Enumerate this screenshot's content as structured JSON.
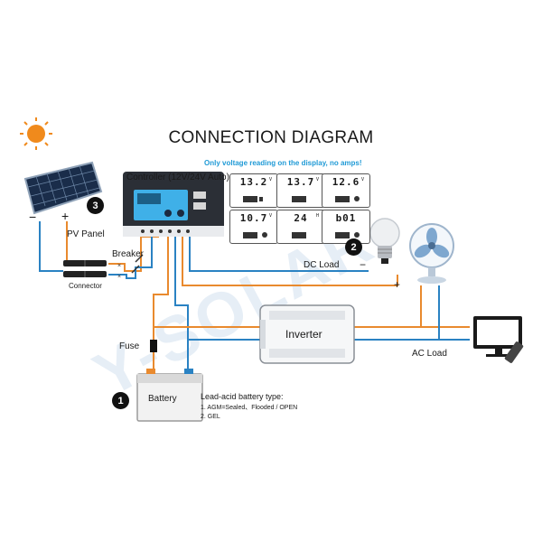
{
  "title": "CONNECTION DIAGRAM",
  "display_note": "Only voltage reading on the display, no amps!",
  "controller": {
    "label": "Controller (12V/24V Auto)"
  },
  "lcd_readings": [
    {
      "value": "13.2",
      "unit": "V"
    },
    {
      "value": "13.7",
      "unit": "V"
    },
    {
      "value": "12.6",
      "unit": "V"
    },
    {
      "value": "10.7",
      "unit": "V"
    },
    {
      "value": "24",
      "unit": "H"
    },
    {
      "value": "b01",
      "unit": ""
    }
  ],
  "labels": {
    "pv_panel": "PV Panel",
    "breaker": "Breaker",
    "connector": "Connector",
    "fuse": "Fuse",
    "battery": "Battery",
    "inverter": "Inverter",
    "dc_load": "DC Load",
    "ac_load": "AC Load",
    "minus": "−",
    "plus": "+"
  },
  "steps": {
    "one": "1",
    "two": "2",
    "three": "3"
  },
  "battery_info": {
    "heading": "Lead-acid battery type:",
    "line1": "1. AGM=Sealed、Flooded / OPEN",
    "line2": "2. GEL"
  },
  "watermark": "Y-SOLAR",
  "colors": {
    "positive_wire": "#e98a2e",
    "negative_wire": "#2a82c3",
    "note_blue": "#1f9ad6",
    "sun": "#f08a1c"
  },
  "icons": [
    "sun-icon",
    "solar-panel-icon",
    "light-bulb-icon",
    "desk-fan-icon",
    "tv-monitor-icon",
    "remote-control-icon"
  ]
}
